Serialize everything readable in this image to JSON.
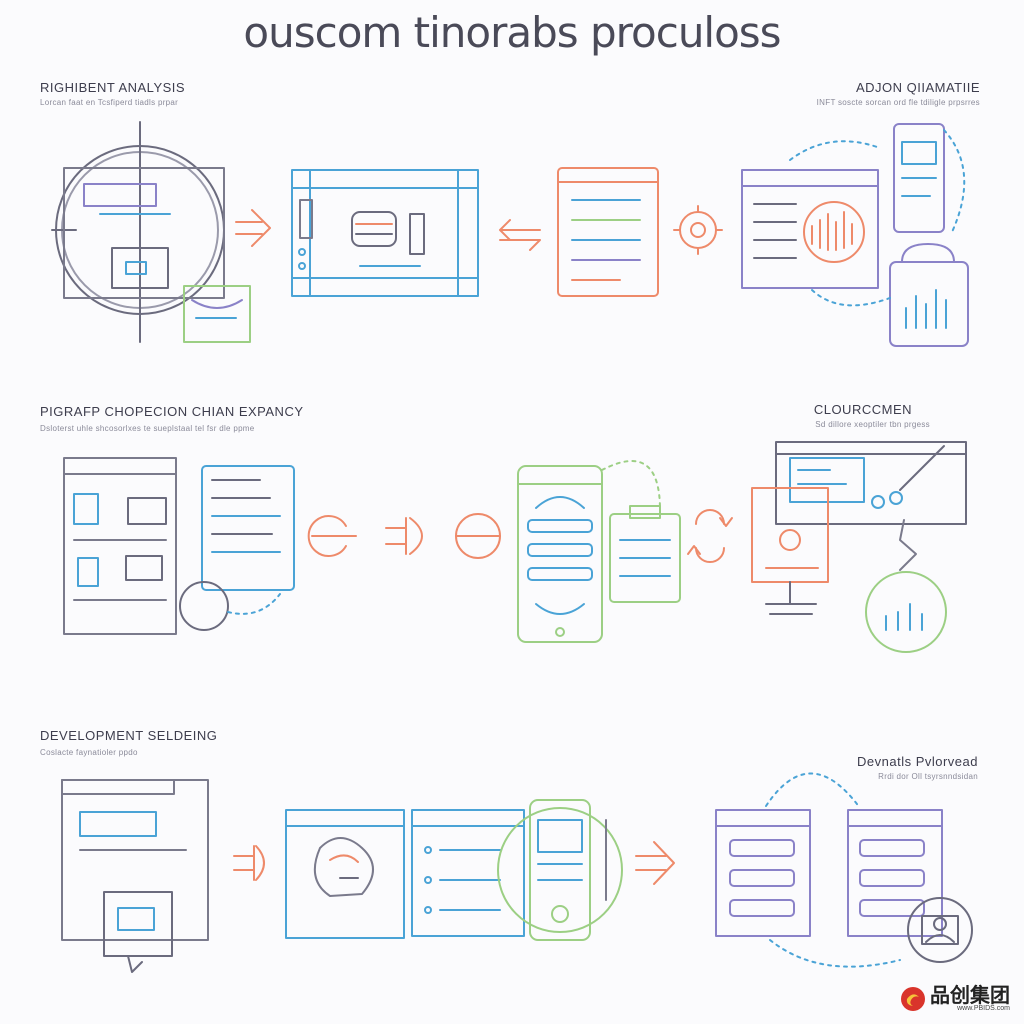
{
  "title": "ouscom tinorabs proculoss",
  "sections": {
    "s1_left": {
      "label": "RIGHIBENT ANALYSIS",
      "sub": "Lorcan faat en Tcsfiperd  tiadls prpar"
    },
    "s1_right": {
      "label": "ADJON QIIAMATIIE",
      "sub": "INFT soscte sorcan ord fle tdiligle prpsrres"
    },
    "s2_left": {
      "label": "PIGRAFP CHOPECION CHIAN EXPANCY",
      "sub": "Dsloterst uhle shcosorlxes te sueplstaal tel fsr dle ppme"
    },
    "s2_right": {
      "label": "CLOURCCMEN",
      "sub": "Sd dillore xeoptiler tbn prgess"
    },
    "s3_left": {
      "label": "DEVELOPMENT SELDEING",
      "sub": "Coslacte faynatioler ppdo"
    },
    "s3_right": {
      "label": "Devnatls Pvlorvead",
      "sub": "Rrdi  dor Oll tsyrsnndsidan"
    }
  },
  "watermark": {
    "brand": "品创集团",
    "url": "www.PBIDS.com",
    "logo_color": "#d9342b"
  },
  "colors": {
    "blue": "#4aa3d6",
    "orange": "#ee8a6a",
    "purple": "#8a82c8",
    "green": "#9ccf84",
    "gray": "#7a7a8c",
    "teal": "#5bb0a8"
  }
}
